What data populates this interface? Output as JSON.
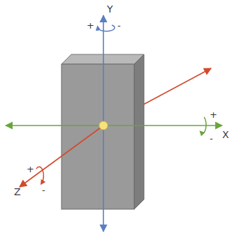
{
  "diagram": {
    "labels": [
      "Y",
      "+",
      "-",
      "X",
      "+",
      "-",
      "Z",
      "+",
      "-"
    ]
  }
}
